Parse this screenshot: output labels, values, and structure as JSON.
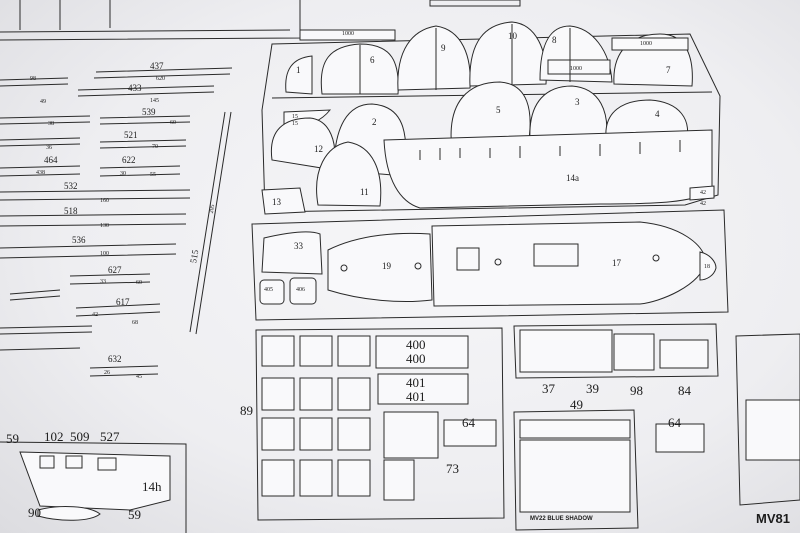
{
  "frame_parts": {
    "top_row": [
      "1",
      "6",
      "9",
      "10",
      "8",
      "7"
    ],
    "bulkheads": [
      "2",
      "3",
      "4",
      "5",
      "11",
      "12",
      "13"
    ],
    "tabs": [
      "1000",
      "1000",
      "1000"
    ],
    "small_pieces": [
      "15",
      "15",
      "42",
      "42"
    ],
    "keel": "14a"
  },
  "deck_parts": [
    "33",
    "19",
    "17",
    "18",
    "405",
    "406"
  ],
  "strips_left": [
    {
      "num": "437",
      "len": "620"
    },
    {
      "num": "433",
      "len": "145"
    },
    {
      "num": "539",
      "len": "60"
    },
    {
      "num": "521",
      "len": "70"
    },
    {
      "num": "464",
      "len": "438"
    },
    {
      "num": "622",
      "len": "30",
      "len2": "55"
    },
    {
      "num": "532",
      "len": "160"
    },
    {
      "num": "518",
      "len": "130"
    },
    {
      "num": "536",
      "len": "100"
    },
    {
      "num": "627",
      "len": "33",
      "len2": "60"
    },
    {
      "num": "617",
      "len": "42",
      "len2": "68"
    },
    {
      "num": "632",
      "len": "26",
      "len2": "45"
    }
  ],
  "rod": {
    "num": "515",
    "len": "205"
  },
  "small_marks": [
    "98",
    "49",
    "38",
    "36"
  ],
  "sheet_bottom": {
    "labels": [
      "400",
      "400",
      "401",
      "401",
      "89",
      "64",
      "73",
      "37",
      "39",
      "98",
      "84",
      "49",
      "64"
    ],
    "nameplate": "MV22 BLUE SHADOW",
    "left_parts": [
      "59",
      "102",
      "509",
      "527",
      "14h",
      "90",
      "59"
    ],
    "corner_code": "MV81"
  }
}
